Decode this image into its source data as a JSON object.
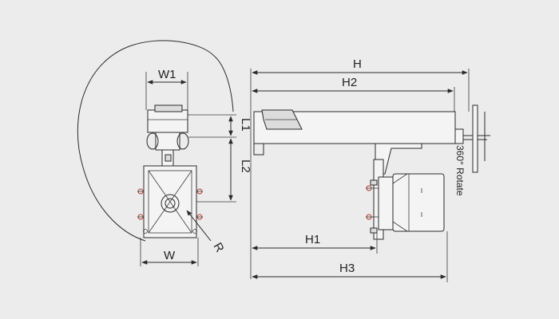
{
  "dimensions": {
    "w1": "W1",
    "w": "W",
    "l1": "L1",
    "l2": "L2",
    "r": "R",
    "h": "H",
    "h1": "H1",
    "h2": "H2",
    "h3": "H3",
    "rotate": "360° Rotate"
  }
}
